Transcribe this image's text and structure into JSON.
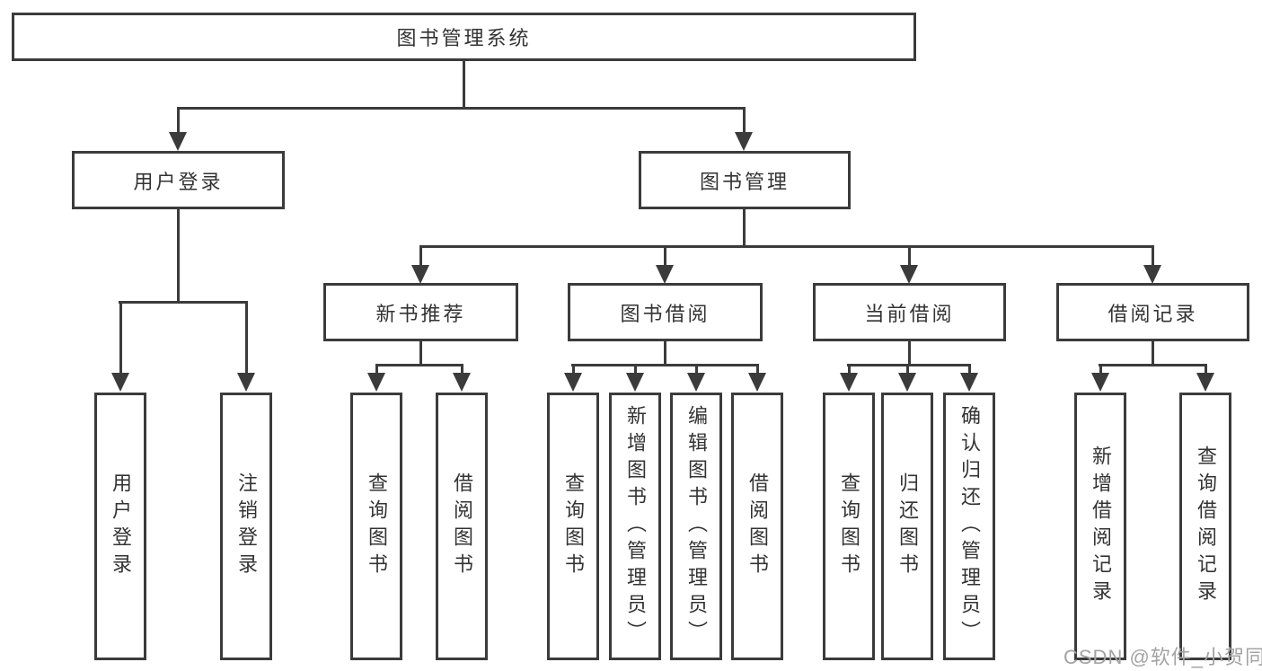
{
  "colors": {
    "line": "#3b3b3b",
    "text": "#333333",
    "background": "#ffffff",
    "watermark": "#a3a3a3"
  },
  "diagram": {
    "title": "图书管理系统",
    "level2": {
      "user_login": "用户登录",
      "book_management": "图书管理"
    },
    "level3": {
      "new_book_recommend": "新书推荐",
      "book_borrow": "图书借阅",
      "current_borrow": "当前借阅",
      "borrow_records": "借阅记录"
    },
    "leaves": {
      "user_login": "用户登录",
      "logout": "注销登录",
      "recommend_query": "查询图书",
      "recommend_borrow": "借阅图书",
      "borrow_query": "查询图书",
      "borrow_add": "新增图书（管理员）",
      "borrow_edit": "编辑图书（管理员）",
      "borrow_do": "借阅图书",
      "current_query": "查询图书",
      "current_return": "归还图书",
      "current_confirm": "确认归还（管理员）",
      "records_add": "新增借阅记录",
      "records_query": "查询借阅记录"
    }
  },
  "watermark": {
    "text": "CSDN @软件_小贺同学"
  }
}
